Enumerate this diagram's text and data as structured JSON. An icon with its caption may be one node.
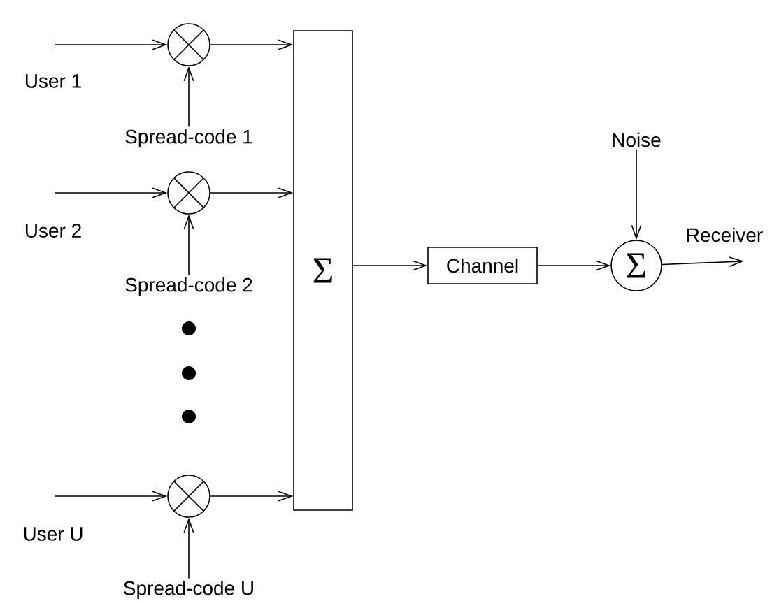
{
  "diagram": {
    "nodes": [
      {
        "text": [],
        "shape": "circle"
      },
      {
        "text": [
          "Spread-code 1"
        ]
      },
      {
        "text": [],
        "shape": "circle"
      },
      {
        "text": [
          "Spread-code 2"
        ]
      },
      {
        "text": [],
        "shape": "circle"
      },
      {
        "text": [
          "Spread-code U"
        ]
      },
      {
        "text": [
          "Σ"
        ]
      },
      {
        "text": [
          "Channel"
        ]
      },
      {
        "text": [
          "Σ"
        ]
      },
      {
        "text": [
          "Noise"
        ]
      },
      {
        "text": [
          "Receiver"
        ]
      }
    ],
    "edges": [
      {
        "from": null,
        "to": 0,
        "arrow": "to"
      },
      {
        "from": 1,
        "to": 0,
        "arrow": "to"
      },
      {
        "from": 0,
        "to": 6,
        "arrow": "to"
      },
      {
        "from": null,
        "to": 2,
        "arrow": "to"
      },
      {
        "from": 3,
        "to": 2,
        "arrow": "to"
      },
      {
        "from": 2,
        "to": 6,
        "arrow": "to"
      },
      {
        "from": null,
        "to": 4,
        "arrow": "to"
      },
      {
        "from": 5,
        "to": 4,
        "arrow": "to"
      },
      {
        "from": 4,
        "to": 6,
        "arrow": "to"
      },
      {
        "from": 6,
        "to": 7,
        "arrow": "to"
      },
      {
        "from": 7,
        "to": 8,
        "arrow": "to"
      },
      {
        "from": 9,
        "to": 8,
        "arrow": "to"
      },
      {
        "from": 8,
        "to": 10,
        "arrow": "to"
      }
    ],
    "labels": [
      "User 1",
      "User 2",
      "User U"
    ]
  }
}
